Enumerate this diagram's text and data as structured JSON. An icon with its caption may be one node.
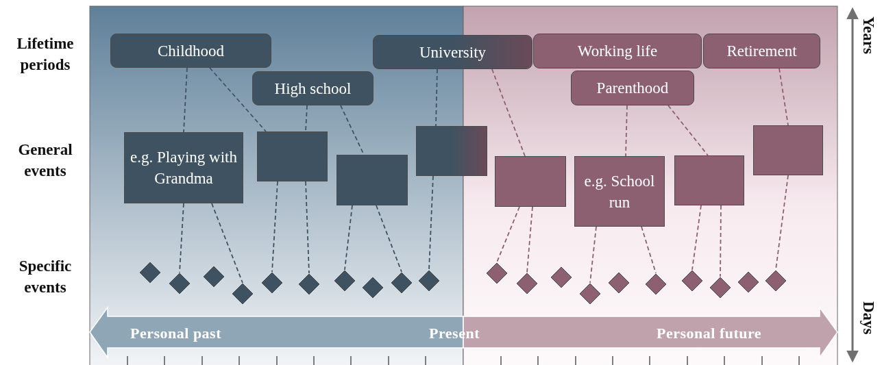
{
  "diagram": {
    "nodes": [
      {
        "text": [
          "Childhood"
        ]
      },
      {
        "text": [
          "High school"
        ]
      },
      {
        "text": [
          "University"
        ]
      },
      {
        "text": [
          "Working life"
        ]
      },
      {
        "text": [
          "Retirement"
        ]
      },
      {
        "text": [
          "Parenthood"
        ]
      },
      {
        "text": [
          "e.g. Playing with Grandma"
        ]
      },
      {
        "text": [],
        "shape": "box"
      },
      {
        "text": [],
        "shape": "box"
      },
      {
        "text": [],
        "shape": "box"
      },
      {
        "text": [],
        "shape": "box"
      },
      {
        "text": [
          "e.g. School run"
        ]
      },
      {
        "text": [],
        "shape": "box"
      },
      {
        "text": [],
        "shape": "box"
      },
      {
        "text": [],
        "shape": "diamond"
      },
      {
        "text": [],
        "shape": "diamond"
      },
      {
        "text": [],
        "shape": "diamond"
      },
      {
        "text": [],
        "shape": "diamond"
      },
      {
        "text": [],
        "shape": "diamond"
      },
      {
        "text": [],
        "shape": "diamond"
      },
      {
        "text": [],
        "shape": "diamond"
      },
      {
        "text": [],
        "shape": "diamond"
      },
      {
        "text": [],
        "shape": "diamond"
      },
      {
        "text": [],
        "shape": "diamond"
      },
      {
        "text": [],
        "shape": "diamond"
      },
      {
        "text": [],
        "shape": "diamond"
      },
      {
        "text": [],
        "shape": "diamond"
      },
      {
        "text": [],
        "shape": "diamond"
      },
      {
        "text": [],
        "shape": "diamond"
      },
      {
        "text": [],
        "shape": "diamond"
      },
      {
        "text": [],
        "shape": "diamond"
      },
      {
        "text": [],
        "shape": "diamond"
      },
      {
        "text": [],
        "shape": "diamond"
      },
      {
        "text": [],
        "shape": "diamond"
      }
    ],
    "edges": [
      {
        "from": 0,
        "to": 6,
        "arrow": "none"
      },
      {
        "from": 0,
        "to": 7,
        "arrow": "none"
      },
      {
        "from": 1,
        "to": 7,
        "arrow": "none"
      },
      {
        "from": 1,
        "to": 8,
        "arrow": "none"
      },
      {
        "from": 2,
        "to": 9,
        "arrow": "none"
      },
      {
        "from": 6,
        "to": 15,
        "arrow": "none"
      },
      {
        "from": 6,
        "to": 17,
        "arrow": "none"
      },
      {
        "from": 7,
        "to": 18,
        "arrow": "none"
      },
      {
        "from": 7,
        "to": 19,
        "arrow": "none"
      },
      {
        "from": 8,
        "to": 20,
        "arrow": "none"
      },
      {
        "from": 8,
        "to": 22,
        "arrow": "none"
      },
      {
        "from": 9,
        "to": 23,
        "arrow": "none"
      },
      {
        "from": 2,
        "to": 10,
        "arrow": "none",
        "color": "#8c6070"
      },
      {
        "from": 5,
        "to": 11,
        "arrow": "none",
        "color": "#8c6070"
      },
      {
        "from": 5,
        "to": 12,
        "arrow": "none",
        "color": "#8c6070"
      },
      {
        "from": 4,
        "to": 13,
        "arrow": "none",
        "color": "#8c6070"
      },
      {
        "from": 10,
        "to": 24,
        "arrow": "none",
        "color": "#8c6070"
      },
      {
        "from": 10,
        "to": 25,
        "arrow": "none",
        "color": "#8c6070"
      },
      {
        "from": 11,
        "to": 27,
        "arrow": "none",
        "color": "#8c6070"
      },
      {
        "from": 11,
        "to": 29,
        "arrow": "none",
        "color": "#8c6070"
      },
      {
        "from": 12,
        "to": 30,
        "arrow": "none",
        "color": "#8c6070"
      },
      {
        "from": 12,
        "to": 31,
        "arrow": "none",
        "color": "#8c6070"
      },
      {
        "from": 13,
        "to": 33,
        "arrow": "none",
        "color": "#8c6070"
      }
    ],
    "labels": [
      "Lifetime periods",
      "Years",
      "General events",
      "Specific events",
      "Days",
      "Personal past",
      "Present",
      "Personal future"
    ]
  }
}
